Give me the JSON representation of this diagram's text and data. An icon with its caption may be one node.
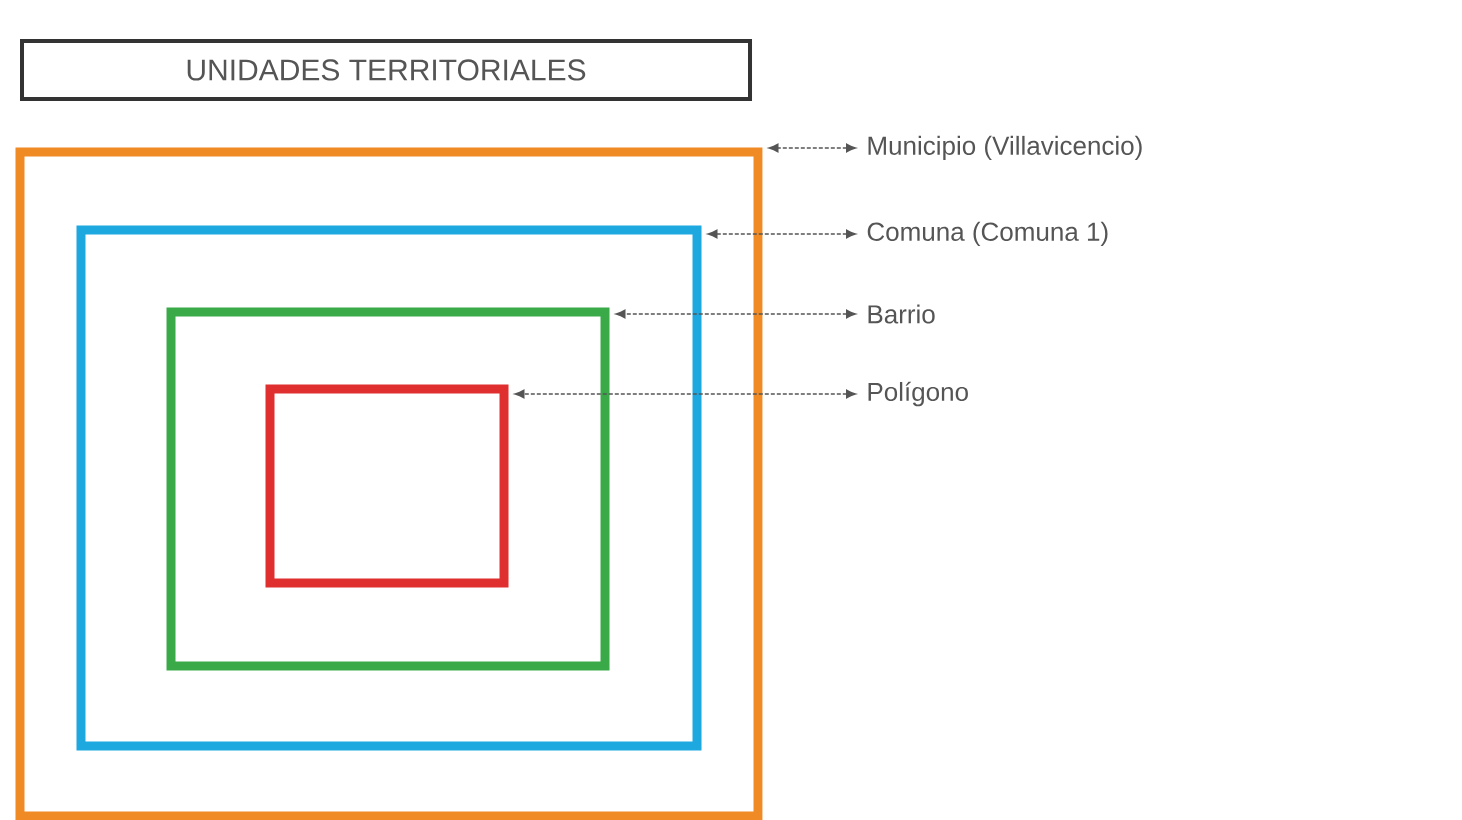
{
  "diagram": {
    "title": "UNIDADES TERRITORIALES",
    "nodes": [
      {
        "text": [],
        "shape": "box"
      },
      {
        "text": [],
        "shape": "box",
        "in": 0
      },
      {
        "text": [],
        "shape": "box",
        "in": 1
      },
      {
        "text": [],
        "shape": "box",
        "in": 2
      },
      {
        "text": [
          "Municipio (Villavicencio)"
        ]
      },
      {
        "text": [
          "Comuna (Comuna 1)"
        ]
      },
      {
        "text": [
          "Barrio"
        ]
      },
      {
        "text": [
          "Polígono"
        ]
      }
    ],
    "edges": [
      {
        "from": 4,
        "to": 0,
        "arrow": "both",
        "style": "dashed"
      },
      {
        "from": 5,
        "to": 1,
        "arrow": "both",
        "style": "dashed"
      },
      {
        "from": 6,
        "to": 2,
        "arrow": "both",
        "style": "dashed"
      },
      {
        "from": 7,
        "to": 3,
        "arrow": "both",
        "style": "dashed"
      }
    ]
  }
}
